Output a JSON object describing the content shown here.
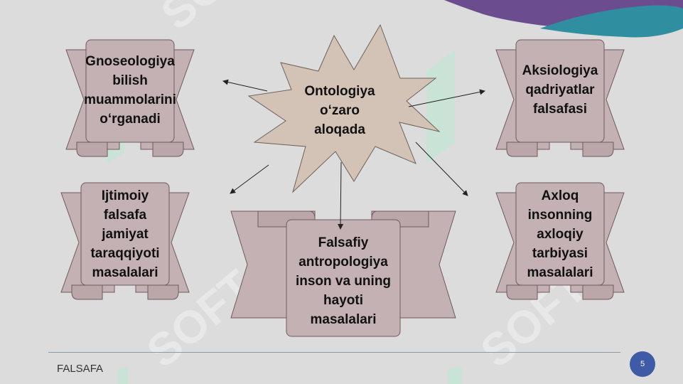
{
  "center": {
    "text": "Ontologiya\no‘zaro\naloqada"
  },
  "nodes": [
    {
      "id": "gnoseologiya",
      "text": "Gnoseologiya\nbilish\nmuammolarini\no‘rganadi"
    },
    {
      "id": "aksiologiya",
      "text": "Aksiologiya\nqadriyatlar\nfalsafasi"
    },
    {
      "id": "ijtimoiy",
      "text": "Ijtimoiy\nfalsafa\njamiyat\ntaraqqiyoti\nmasalalari"
    },
    {
      "id": "antropologiya",
      "text": "Falsafiy\nantropologiya\ninson va uning\nhayoti\nmasalalari"
    },
    {
      "id": "axloq",
      "text": "Axloq\ninsonning\naxloqiy\ntarbiyasi\nmasalalari"
    }
  ],
  "footer": {
    "title": "FALSAFA",
    "page_number": "5"
  },
  "colors": {
    "background": "#dcdcdc",
    "ribbon_fill": "#c4b1b3",
    "star_fill": "#d3c3b7",
    "decor_purple": "#6b4c8f",
    "decor_teal": "#2f8fa0",
    "page_badge": "#3f5aa6"
  }
}
